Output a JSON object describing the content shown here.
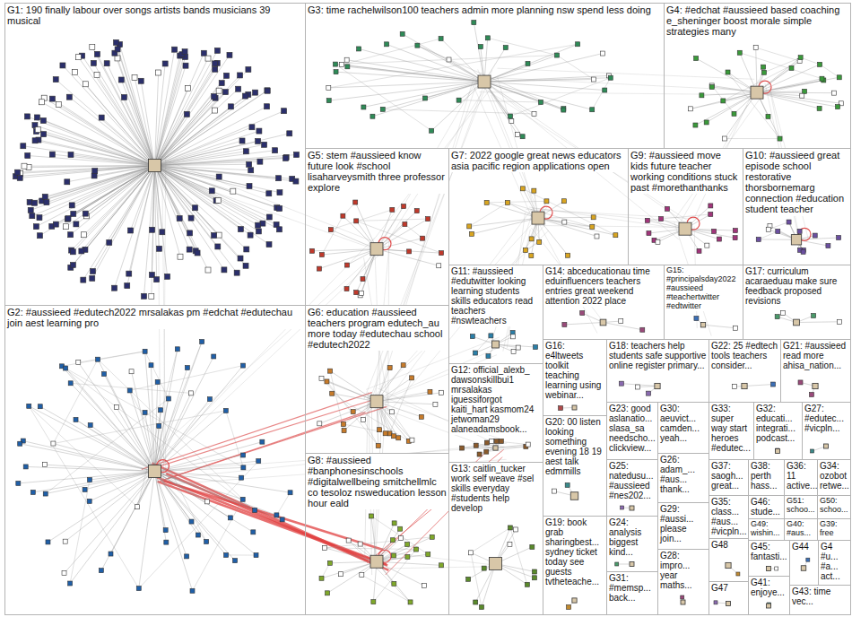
{
  "diagram": {
    "nodes": [
      {
        "text": [
          "G1: 190 finally labour over songs artists bands musicians 39 musical"
        ]
      },
      {
        "text": [
          "G2: #aussieed #edutech2022 mrsalakas pm #edchat #edutechau join aest learning pro"
        ]
      },
      {
        "text": [
          "G3: time rachelwilson100 teachers admin more planning nsw spend less doing"
        ]
      },
      {
        "text": [
          "G4: #edchat #aussieed based coaching e_sheninger boost morale simple strategies many"
        ]
      },
      {
        "text": [
          "G5: stem #aussieed know future look #school lisaharveysmith three professor explore"
        ]
      },
      {
        "text": [
          "G6: education #aussieed teachers program edutech_au more today #edutechau school #edutech2022"
        ]
      },
      {
        "text": [
          "G7: 2022 google great news educators asia pacific region applications open"
        ]
      },
      {
        "text": [
          "G8: #aussieed #banphonesinschools #digitalwellbeing smitchellmlc co tesoloz nsweducation lesson hour eald"
        ]
      },
      {
        "text": [
          "G9: #aussieed move kids future teacher working conditions stuck past #morethanthanks"
        ]
      },
      {
        "text": [
          "G10: #aussieed great episode school restorative thorsbornemarg connection #education student teacher"
        ]
      },
      {
        "text": [
          "G11: #aussieed #edutwitter looking learning students skills educators read teachers #nswteachers"
        ]
      },
      {
        "text": [
          "G12: official_alexb_ dawsonskillbui1 mrsalakas iguessiforgot kaiti_hart kasmom24 jetwoman29 alaneadamsbook..."
        ]
      },
      {
        "text": [
          "G13: caitlin_tucker work self weave #sel skills everyday #students help develop"
        ]
      },
      {
        "text": [
          "G14: abceducationau time eduinfluencers teachers entries great weekend attention 2022 place"
        ]
      },
      {
        "text": [
          "G15: #principalsday2022 #aussieed #teachertwitter #edtwitter"
        ]
      },
      {
        "text": [
          "G16: e4ltweets toolkit teaching learning using webinar..."
        ]
      },
      {
        "text": [
          "G17: curriculum acaraeduau make sure feedback proposed revisions"
        ]
      },
      {
        "text": [
          "G18: teachers help students safe supportive online register primary..."
        ]
      },
      {
        "text": [
          "G19: book grab sharingbest... sydney ticket today see guests tvtheteache..."
        ]
      },
      {
        "text": [
          "G20: 00 listen looking something evening 18 19 aest talk edmmills"
        ]
      },
      {
        "text": [
          "G21: #aussieed read more ahisa_nation..."
        ]
      },
      {
        "text": [
          "G22: 25 #edtech tools teachers consider..."
        ]
      },
      {
        "text": [
          "G23: good aslanatio... slasa_sa needscho... clickview..."
        ]
      },
      {
        "text": [
          "G24: analysis biggest kind..."
        ]
      },
      {
        "text": [
          "G25: natedusu... #aussieed #nes202..."
        ]
      },
      {
        "text": [
          "G26: adam_... #aus... thank..."
        ]
      },
      {
        "text": [
          "G27: #edutec... #vicpln..."
        ]
      },
      {
        "text": [
          "G28: impro... year maths..."
        ]
      },
      {
        "text": [
          "G29: #aussi... please join..."
        ]
      },
      {
        "text": [
          "G30: aeuvict... camden... yeah..."
        ]
      },
      {
        "text": [
          "G31: #memsp... back..."
        ]
      },
      {
        "text": [
          "G32: educati... integrati... podcast..."
        ]
      },
      {
        "text": [
          "G33: super way start heroes #edutec..."
        ]
      },
      {
        "text": [
          "G34: ozobot retwe..."
        ]
      },
      {
        "text": [
          "G35: class... #aus... #vicpln..."
        ]
      },
      {
        "text": [
          "G36: 11 active..."
        ]
      },
      {
        "text": [
          "G37: saogh... great..."
        ]
      },
      {
        "text": [
          "G38: perth hass..."
        ]
      },
      {
        "text": [
          "G39: free"
        ]
      },
      {
        "text": [
          "G40: #aus..."
        ]
      },
      {
        "text": [
          "G41: enjoye..."
        ]
      },
      {
        "text": [
          "G43: time vec..."
        ]
      },
      {
        "text": [
          "G44"
        ]
      },
      {
        "text": [
          "G45: fantasti..."
        ]
      },
      {
        "text": [
          "G46: stude..."
        ]
      },
      {
        "text": [
          "G47"
        ]
      },
      {
        "text": [
          "G48"
        ]
      },
      {
        "text": [
          "G49: wishin..."
        ]
      },
      {
        "text": [
          "G50: schoo..."
        ]
      },
      {
        "text": [
          "G51: schoo..."
        ]
      },
      {
        "text": [
          "G4 #u... #a... act..."
        ]
      }
    ]
  }
}
